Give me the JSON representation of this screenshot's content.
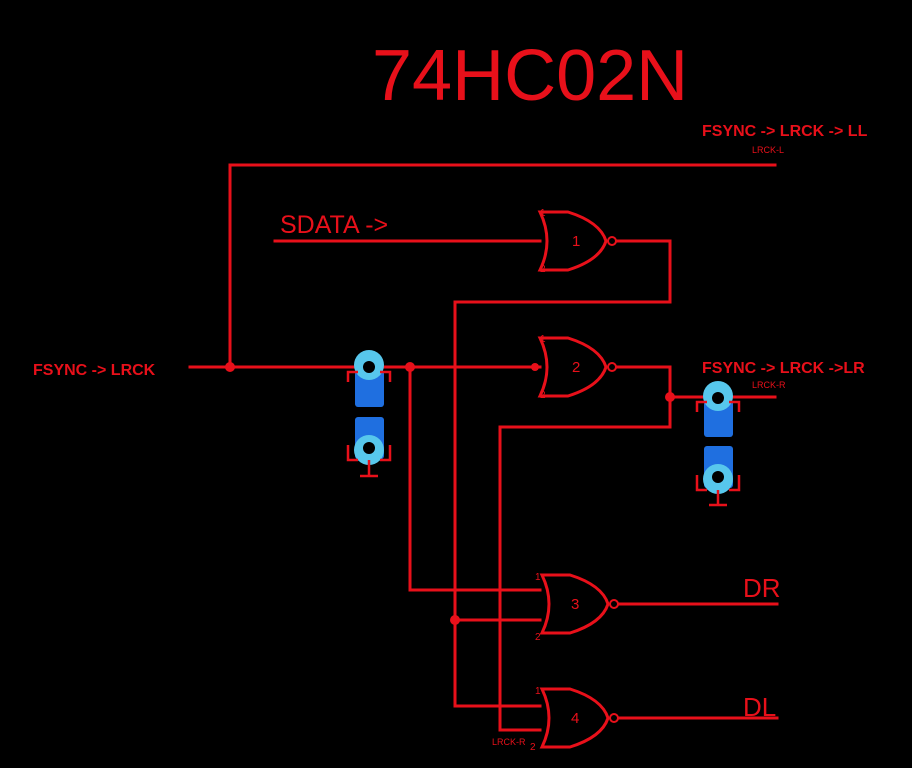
{
  "title": "74HC02N",
  "nets": {
    "lrck_in": "FSYNC -> LRCK",
    "sdata": "SDATA ->",
    "ll_out": "FSYNC -> LRCK -> LL",
    "ll_sub": "LRCK-L",
    "lr_out": "FSYNC -> LRCK ->LR",
    "lr_sub": "LRCK-R",
    "dr": "DR",
    "dl": "DL",
    "lrck_r_bottom": "LRCK-R"
  },
  "gates": [
    {
      "number": "1",
      "pin_top": "1",
      "pin_bottom": "2"
    },
    {
      "number": "2",
      "pin_top": "1",
      "pin_bottom": "2"
    },
    {
      "number": "3",
      "pin_top": "1",
      "pin_bottom": "2"
    },
    {
      "number": "4",
      "pin_top": "1",
      "pin_bottom": "2"
    }
  ],
  "colors": {
    "wire": "#e8101a",
    "component_body": "#1f6fe0",
    "component_pad": "#57c7ec",
    "background": "#000000"
  }
}
